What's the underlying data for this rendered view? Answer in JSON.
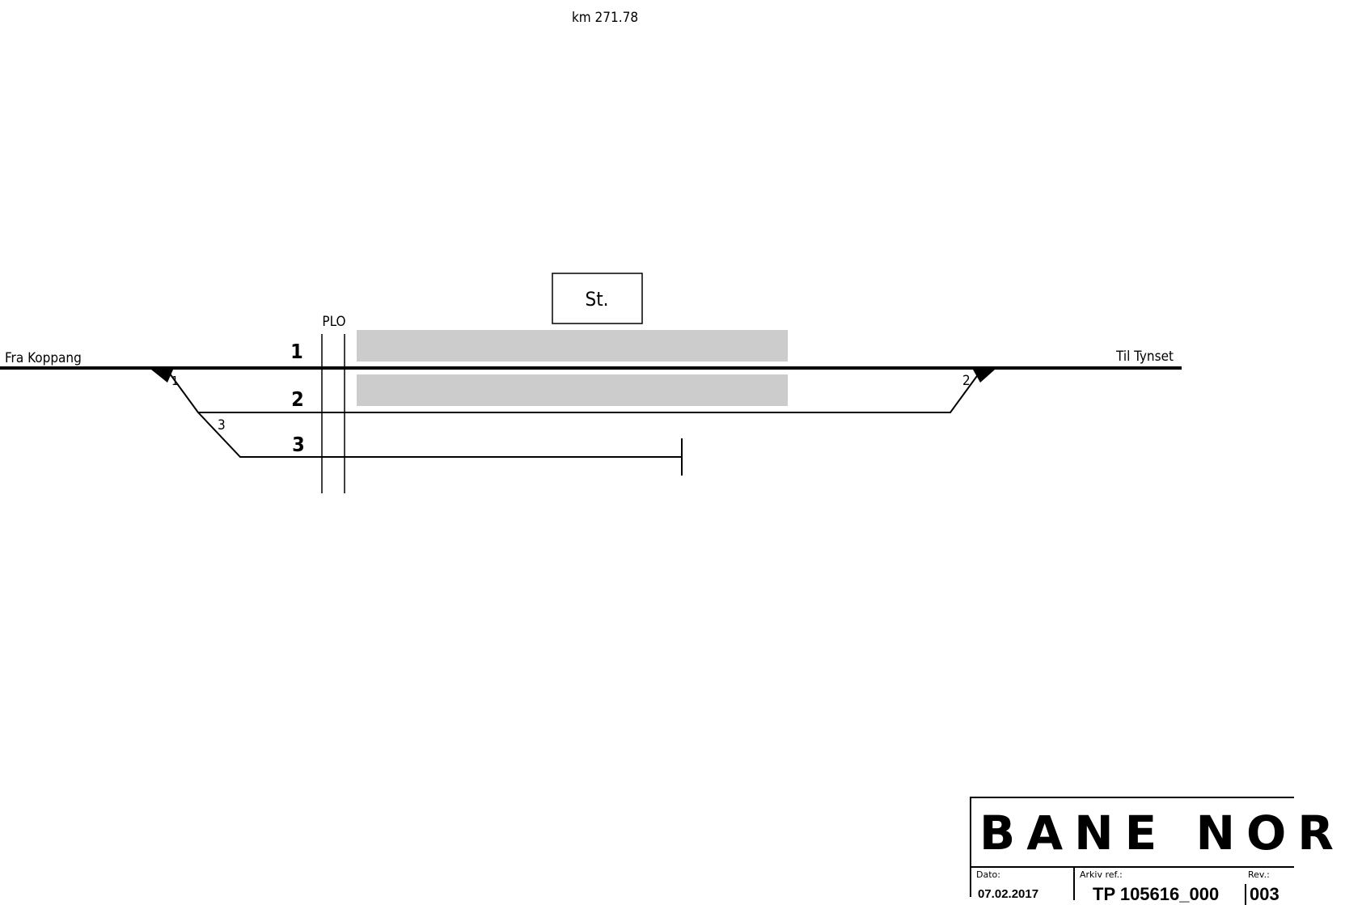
{
  "header": {
    "km_label": "km 271.78"
  },
  "station": {
    "building_label": "St.",
    "plo_label": "PLO"
  },
  "directions": {
    "left": "Fra Koppang",
    "right": "Til Tynset"
  },
  "tracks": [
    {
      "number": "1"
    },
    {
      "number": "2"
    },
    {
      "number": "3"
    }
  ],
  "switches": [
    {
      "number": "1"
    },
    {
      "number": "2"
    },
    {
      "number": "3"
    }
  ],
  "colors": {
    "platform": "#cccccc",
    "line": "#000000"
  },
  "title_block": {
    "logo_text": "BANE NOR",
    "date_caption": "Dato:",
    "date_value": "07.02.2017",
    "archive_caption": "Arkiv ref.:",
    "archive_value": "TP 105616_000",
    "rev_caption": "Rev.:",
    "rev_value": "003"
  }
}
